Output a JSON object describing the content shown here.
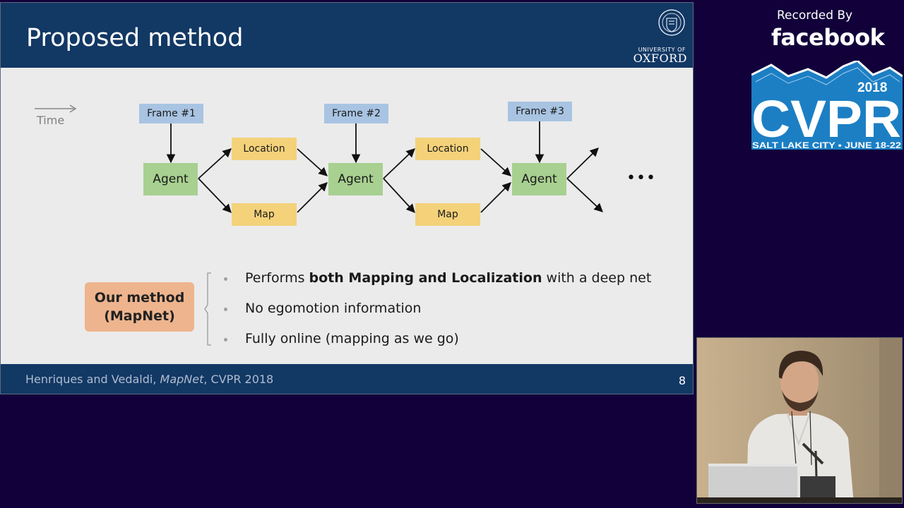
{
  "slide": {
    "title": "Proposed method",
    "logo_small": "UNIVERSITY OF",
    "logo_big": "OXFORD",
    "time_label": "Time",
    "diagram": {
      "frames": [
        "Frame #1",
        "Frame #2",
        "Frame #3"
      ],
      "agent_label": "Agent",
      "location_label": "Location",
      "map_label": "Map",
      "ellipsis": "•••"
    },
    "method_box": {
      "line1": "Our method",
      "line2": "(MapNet)"
    },
    "bullets": [
      {
        "prefix": "Performs ",
        "bold": "both Mapping and Localization",
        "suffix": " with a deep net"
      },
      {
        "prefix": "No egomotion information",
        "bold": "",
        "suffix": ""
      },
      {
        "prefix": "Fully online (mapping as we go)",
        "bold": "",
        "suffix": ""
      }
    ],
    "footer": {
      "authors": "Henriques and Vedaldi, ",
      "paper": "MapNet",
      "venue": ", CVPR 2018",
      "page": "8"
    }
  },
  "branding": {
    "recorded_by": "Recorded By",
    "facebook": "facebook",
    "cvpr_year": "2018",
    "cvpr_name": "CVPR",
    "cvpr_location": "SALT LAKE CITY • JUNE 18-22"
  },
  "colors": {
    "background": "#12003a",
    "slide_bar": "#123864",
    "frame_box": "#a8c4e2",
    "agent_box": "#a8d090",
    "location_map_box": "#f4d27a",
    "method_box": "#eeb48e",
    "cvpr_blue": "#1c7fc4"
  }
}
